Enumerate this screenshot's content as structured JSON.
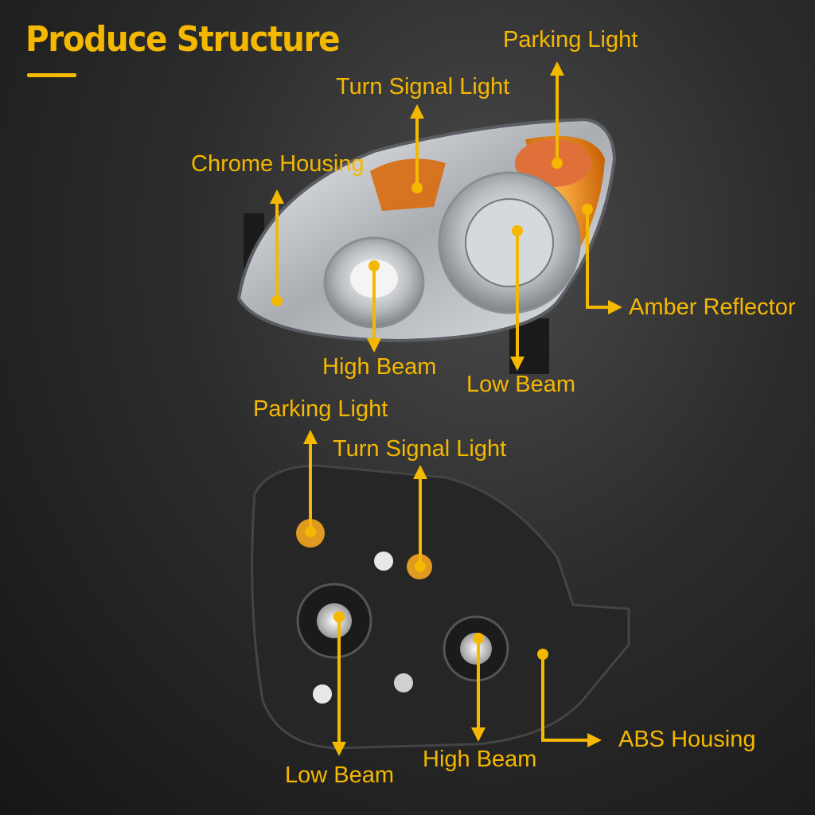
{
  "title": "Produce Structure",
  "colors": {
    "accent": "#f5b800",
    "amber": "#e8820a",
    "chrome": "#c9cdd2"
  },
  "front_view": {
    "labels": {
      "parking_light": "Parking Light",
      "turn_signal_light": "Turn Signal Light",
      "chrome_housing": "Chrome Housing",
      "amber_reflector": "Amber Reflector",
      "high_beam": "High Beam",
      "low_beam": "Low Beam"
    }
  },
  "rear_view": {
    "labels": {
      "parking_light": "Parking Light",
      "turn_signal_light": "Turn Signal Light",
      "abs_housing": "ABS Housing",
      "high_beam": "High Beam",
      "low_beam": "Low Beam"
    }
  }
}
